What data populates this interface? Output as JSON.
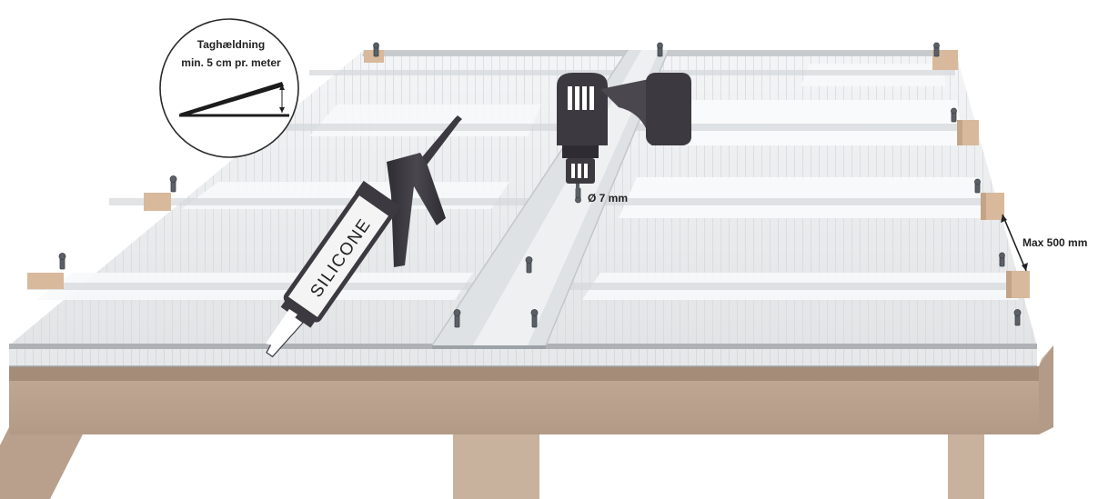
{
  "slope_callout": {
    "line1": "Taghældning",
    "line2": "min. 5 cm pr. meter"
  },
  "drill_bit_label": "Ø 7 mm",
  "batten_spacing_label": "Max 500 mm",
  "cartridge_label": "SILICONE",
  "colors": {
    "sheet": "#e9ebec",
    "sheet_edge": "#b9bdc0",
    "wood": "#bfa794",
    "wood_dark": "#a38b78",
    "batten": "#d8b99c",
    "tool": "#3c3a40",
    "text": "#222222"
  }
}
